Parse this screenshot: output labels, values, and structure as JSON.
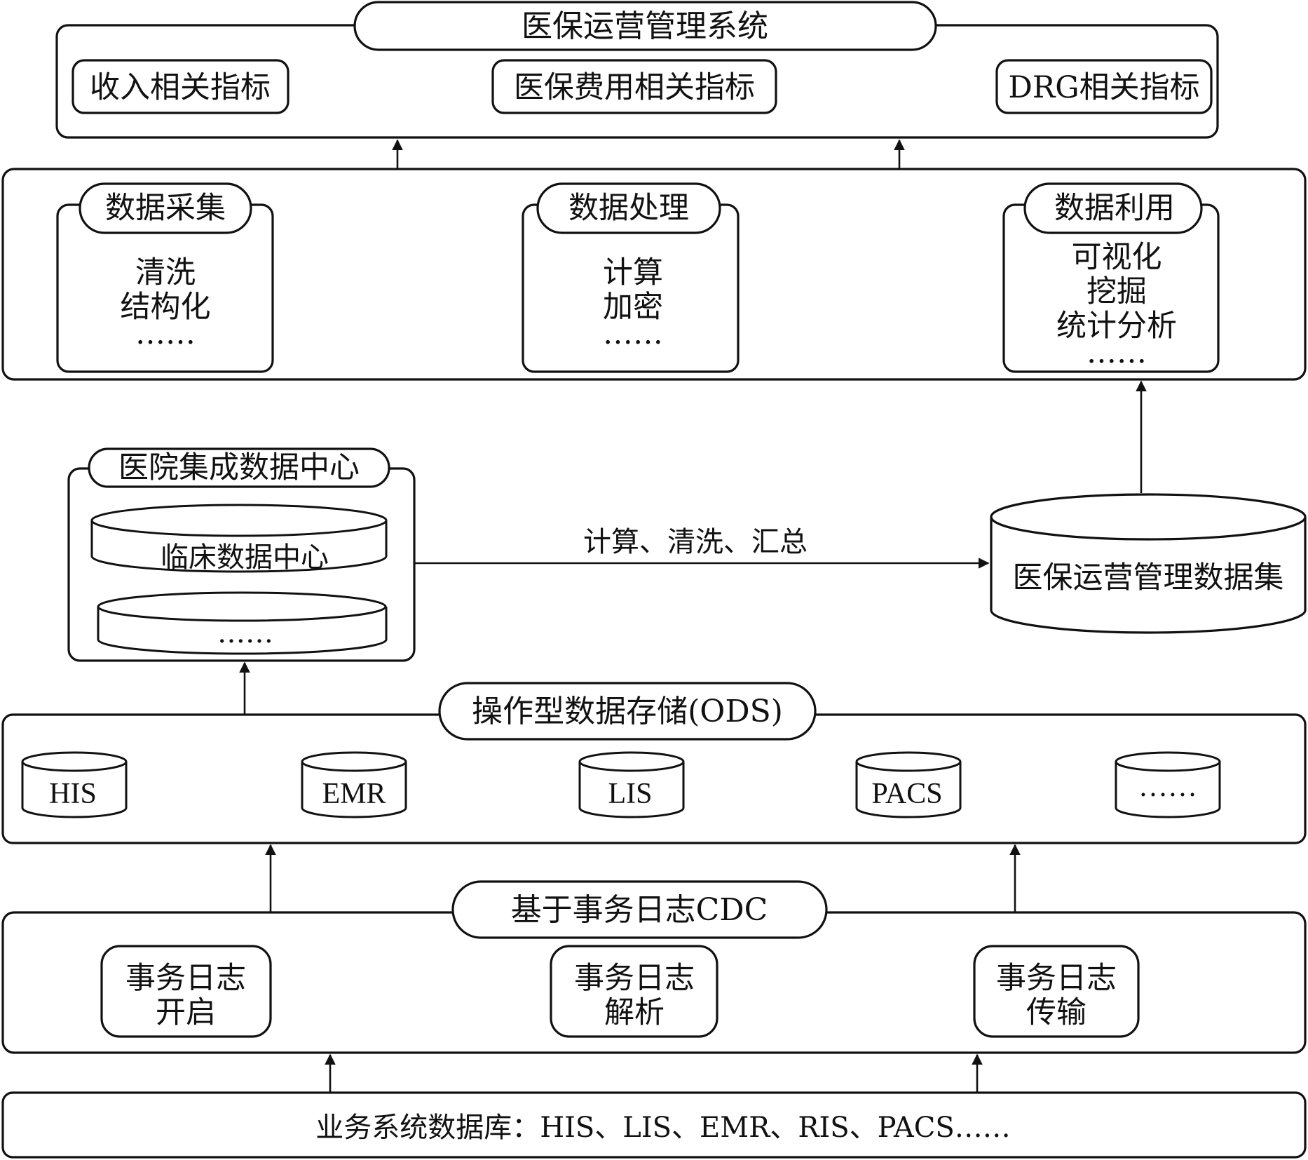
{
  "colors": {
    "stroke": "#111111",
    "background": "#ffffff"
  },
  "system": {
    "title": "医保运营管理系统",
    "indicators": [
      "收入相关指标",
      "医保费用相关指标",
      "DRG相关指标"
    ]
  },
  "pipeline": {
    "stages": [
      {
        "title": "数据采集",
        "lines": [
          "清洗",
          "结构化",
          "……"
        ]
      },
      {
        "title": "数据处理",
        "lines": [
          "计算",
          "加密",
          "……"
        ]
      },
      {
        "title": "数据利用",
        "lines": [
          "可视化",
          "挖掘",
          "统计分析",
          "……"
        ]
      }
    ]
  },
  "data_center": {
    "title": "医院集成数据中心",
    "disks": [
      "临床数据中心",
      "……"
    ]
  },
  "transform": {
    "label": "计算、清洗、汇总"
  },
  "dataset": {
    "label": "医保运营管理数据集"
  },
  "ods": {
    "title": "操作型数据存储(ODS)",
    "databases": [
      "HIS",
      "EMR",
      "LIS",
      "PACS",
      "……"
    ]
  },
  "cdc": {
    "title": "基于事务日志CDC",
    "steps": [
      {
        "lines": [
          "事务日志",
          "开启"
        ]
      },
      {
        "lines": [
          "事务日志",
          "解析"
        ]
      },
      {
        "lines": [
          "事务日志",
          "传输"
        ]
      }
    ]
  },
  "source": {
    "label": "业务系统数据库：HIS、LIS、EMR、RIS、PACS……"
  }
}
